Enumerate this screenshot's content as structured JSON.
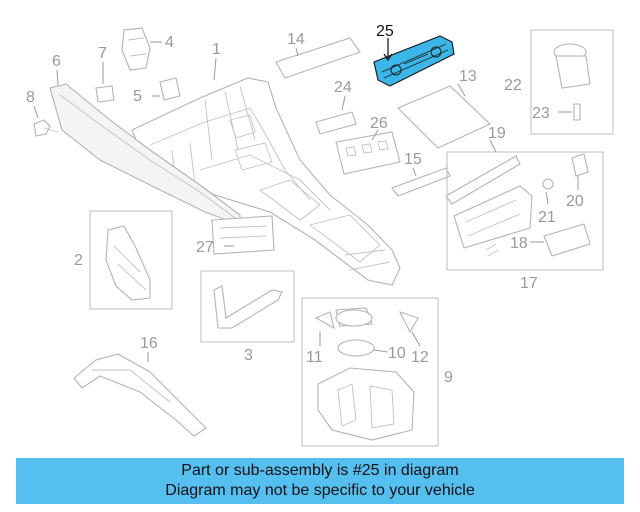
{
  "highlight_color": "#3ab6e8",
  "banner": {
    "background": "#55bff0",
    "line1": "Part or sub-assembly is #25 in diagram",
    "line2": "Diagram may not be specific to your vehicle"
  },
  "callouts": {
    "c1": "1",
    "c2": "2",
    "c3": "3",
    "c4": "4",
    "c5": "5",
    "c6": "6",
    "c7": "7",
    "c8": "8",
    "c9": "9",
    "c10": "10",
    "c11": "11",
    "c12": "12",
    "c13": "13",
    "c14": "14",
    "c15": "15",
    "c16": "16",
    "c17": "17",
    "c18": "18",
    "c19": "19",
    "c20": "20",
    "c21": "21",
    "c22": "22",
    "c23": "23",
    "c24": "24",
    "c25": "25",
    "c26": "26",
    "c27": "27"
  }
}
